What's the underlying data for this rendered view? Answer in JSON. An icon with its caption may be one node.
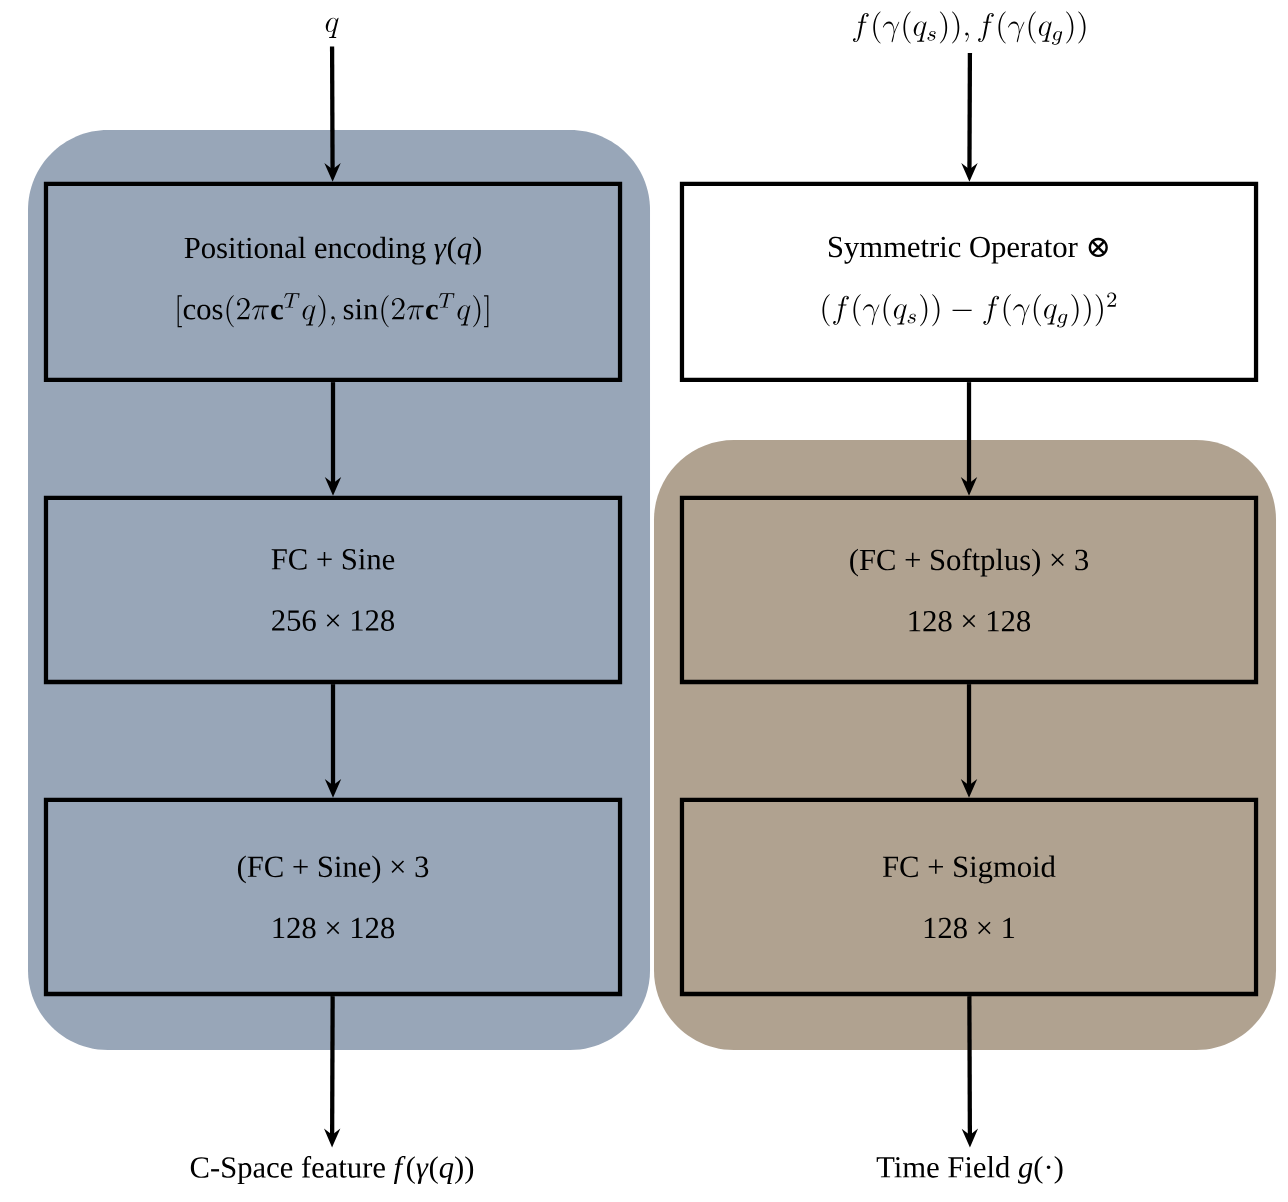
{
  "diagram": {
    "nodes": [
      {
        "text": [
          "q"
        ]
      },
      {
        "text": [
          "f(\\gamma(q_s)), f(\\gamma(q_g))"
        ]
      },
      {
        "text": [],
        "shape": "box"
      },
      {
        "text": [
          "Positional encoding *γ*(*q*)",
          "[\\cos(2\\pi\\mathbf{c}^T q), \\sin(2\\pi\\mathbf{c}^T q)]"
        ],
        "in": 2
      },
      {
        "text": [
          "FC + Sine",
          "256 × 128"
        ],
        "in": 2
      },
      {
        "text": [
          "(FC + Sine) × 3",
          "128 × 128"
        ],
        "in": 2
      },
      {
        "text": [
          "Symmetric Operator ⊗",
          "(f(\\gamma(q_s)) - f(\\gamma(q_g)))^2"
        ]
      },
      {
        "text": [],
        "shape": "box"
      },
      {
        "text": [
          "(FC + Softplus) × 3",
          "128 × 128"
        ],
        "in": 7
      },
      {
        "text": [
          "FC + Sigmoid",
          "128 × 1"
        ],
        "in": 7
      },
      {
        "text": [
          "C-Space feature *f*(*γ*(*q*))"
        ]
      },
      {
        "text": [
          "Time Field *g*(·)"
        ]
      }
    ],
    "edges": [
      {
        "from": 0,
        "to": 3,
        "arrow": "to"
      },
      {
        "from": 3,
        "to": 4,
        "arrow": "to"
      },
      {
        "from": 4,
        "to": 5,
        "arrow": "to"
      },
      {
        "from": 5,
        "to": 10,
        "arrow": "to"
      },
      {
        "from": 1,
        "to": 6,
        "arrow": "to"
      },
      {
        "from": 6,
        "to": 8,
        "arrow": "to"
      },
      {
        "from": 8,
        "to": 9,
        "arrow": "to"
      },
      {
        "from": 9,
        "to": 11,
        "arrow": "to"
      }
    ]
  }
}
